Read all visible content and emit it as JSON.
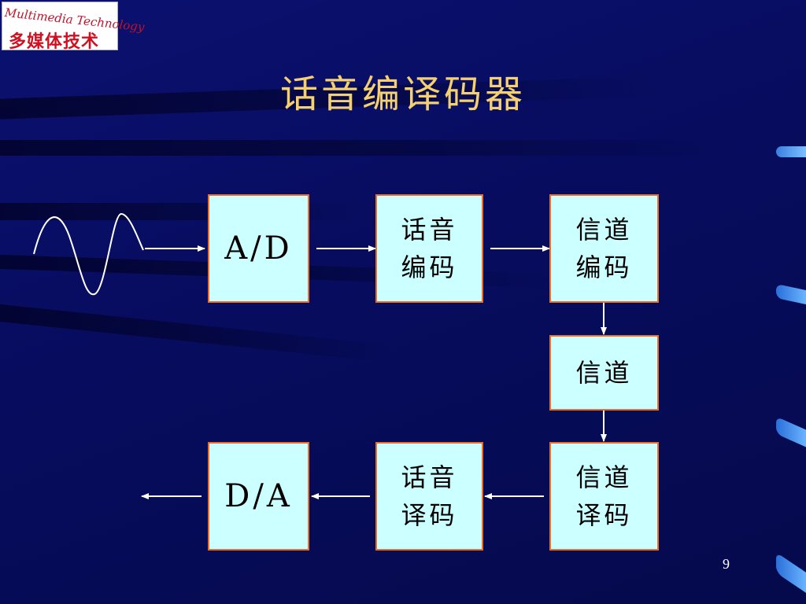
{
  "logo": {
    "english": "Multimedia Technology",
    "chinese": "多媒体技术"
  },
  "title": "话音编译码器",
  "diagram": {
    "boxes": {
      "ad": {
        "label": "A/D"
      },
      "speech_encoder": {
        "line1": "话音",
        "line2": "编码"
      },
      "channel_encoder": {
        "line1": "信道",
        "line2": "编码"
      },
      "channel": {
        "label": "信道"
      },
      "channel_decoder": {
        "line1": "信道",
        "line2": "译码"
      },
      "speech_decoder": {
        "line1": "话音",
        "line2": "译码"
      },
      "da": {
        "label": "D/A"
      }
    },
    "colors": {
      "box_fill": "#ccffff",
      "box_border": "#e8702a",
      "arrow": "#ffffff",
      "title": "#f5d070"
    }
  },
  "page_number": "9"
}
